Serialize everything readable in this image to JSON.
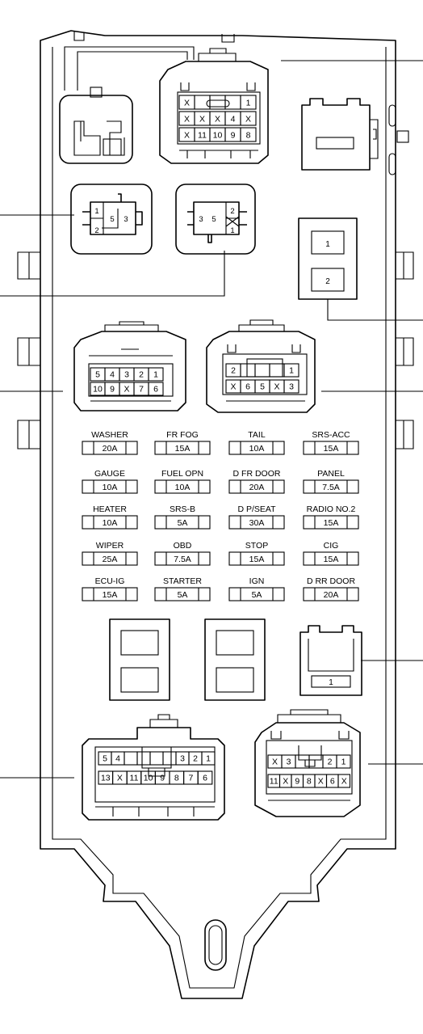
{
  "fuses": {
    "rows": [
      [
        {
          "name": "WASHER",
          "rating": "20A"
        },
        {
          "name": "FR FOG",
          "rating": "15A"
        },
        {
          "name": "TAIL",
          "rating": "10A"
        },
        {
          "name": "SRS-ACC",
          "rating": "15A"
        }
      ],
      [
        {
          "name": "GAUGE",
          "rating": "10A"
        },
        {
          "name": "FUEL OPN",
          "rating": "10A"
        },
        {
          "name": "D FR DOOR",
          "rating": "20A"
        },
        {
          "name": "PANEL",
          "rating": "7.5A"
        }
      ],
      [
        {
          "name": "HEATER",
          "rating": "10A"
        },
        {
          "name": "SRS-B",
          "rating": "5A"
        },
        {
          "name": "D P/SEAT",
          "rating": "30A"
        },
        {
          "name": "RADIO NO.2",
          "rating": "15A"
        }
      ],
      [
        {
          "name": "WIPER",
          "rating": "25A"
        },
        {
          "name": "OBD",
          "rating": "7.5A"
        },
        {
          "name": "STOP",
          "rating": "15A"
        },
        {
          "name": "CIG",
          "rating": "15A"
        }
      ],
      [
        {
          "name": "ECU-IG",
          "rating": "15A"
        },
        {
          "name": "STARTER",
          "rating": "5A"
        },
        {
          "name": "IGN",
          "rating": "5A"
        },
        {
          "name": "D RR DOOR",
          "rating": "20A"
        }
      ]
    ]
  },
  "connectors": {
    "top_center": {
      "row1": [
        "X",
        "",
        "",
        "",
        "1"
      ],
      "row2": [
        "X",
        "X",
        "X",
        "4",
        "X"
      ],
      "row3": [
        "X",
        "11",
        "10",
        "9",
        "8"
      ]
    },
    "small_left": {
      "left_top": "1",
      "left_bottom": "2",
      "mid": "5",
      "right": "3"
    },
    "small_right": {
      "left": "3",
      "mid": "5",
      "right_top": "2",
      "right_bottom": "1"
    },
    "mid_left": {
      "row1": [
        "5",
        "4",
        "3",
        "2",
        "1"
      ],
      "row2": [
        "10",
        "9",
        "X",
        "7",
        "6"
      ]
    },
    "mid_right": {
      "row1": [
        "2",
        "",
        "",
        "",
        "1"
      ],
      "row2": [
        "X",
        "6",
        "5",
        "X",
        "3"
      ]
    },
    "bottom_left": {
      "row1": [
        "5",
        "4",
        "",
        "",
        "",
        "",
        "3",
        "2",
        "1"
      ],
      "row2": [
        "13",
        "X",
        "11",
        "10",
        "9",
        "8",
        "7",
        "6"
      ]
    },
    "bottom_right": {
      "row1": [
        "X",
        "3",
        "",
        "",
        "2",
        "1"
      ],
      "row2": [
        "11",
        "X",
        "9",
        "8",
        "X",
        "6",
        "X"
      ]
    }
  },
  "relays": {
    "upper_right": {
      "top": "1",
      "bottom": "2"
    },
    "lower_right": {
      "label": "1"
    }
  }
}
